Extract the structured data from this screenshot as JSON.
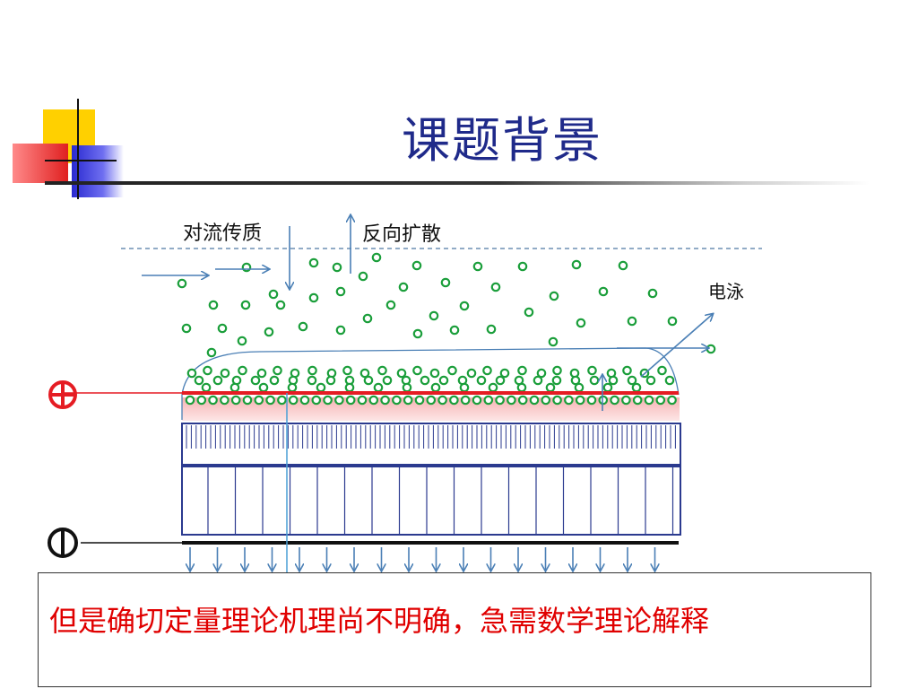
{
  "slide": {
    "title": "课题背景"
  },
  "diagram": {
    "labels": {
      "convection": "对流传质",
      "back_diffusion": "反向扩散",
      "electrophoresis": "电泳"
    },
    "symbols": {
      "anode": "⊕",
      "cathode": "⦶"
    }
  },
  "note": {
    "text": "但是确切定量理论机理尚不明确，急需数学理论解释"
  },
  "colors": {
    "title": "#1f2a8a",
    "particle": "#1a9e3a",
    "arrow": "#4a7fb5",
    "anode_line": "#e51c23",
    "membrane": "#2b3a8f",
    "note_text": "#e00000"
  }
}
